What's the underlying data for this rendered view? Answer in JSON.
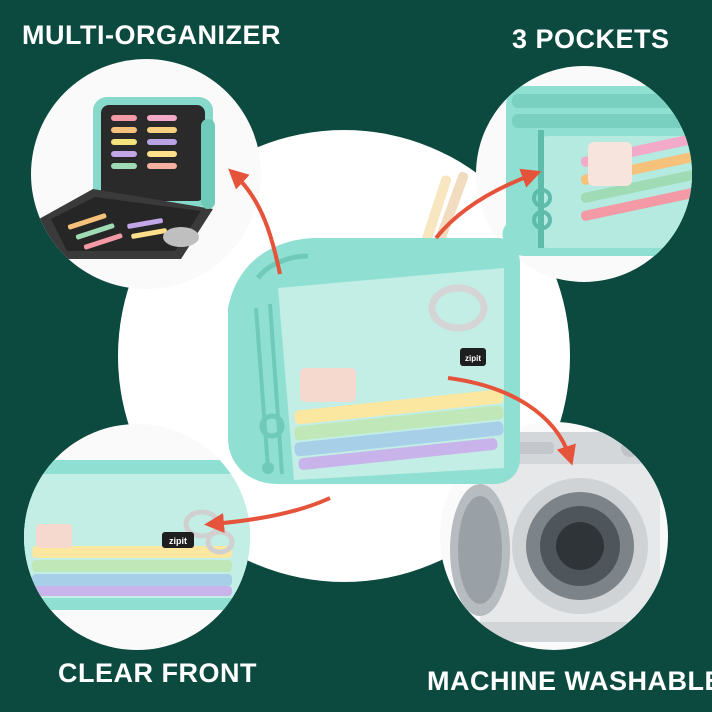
{
  "labels": {
    "multi_organizer": "MULTI-ORGANIZER",
    "three_pockets": "3 POCKETS",
    "clear_front": "CLEAR FRONT",
    "machine_washable": "MACHINE WASHABLE"
  },
  "brand_tag": "zipit",
  "colors": {
    "background": "#0c4a40",
    "case_mint": "#8fe0d2",
    "arrow_red": "#e5533b"
  }
}
